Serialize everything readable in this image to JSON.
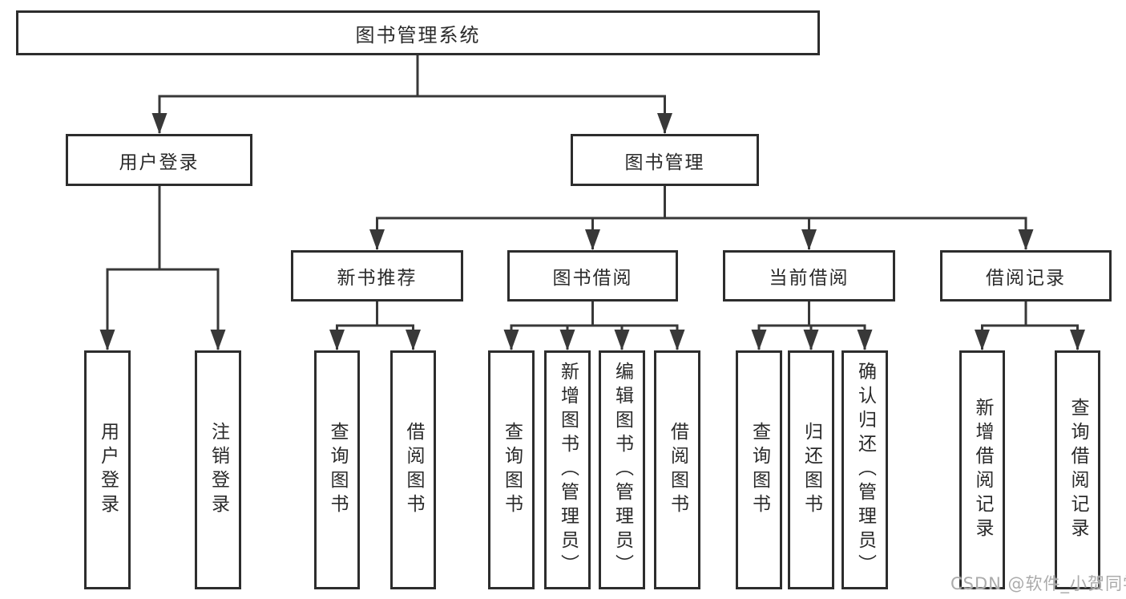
{
  "tree": {
    "label": "图书管理系统",
    "children": [
      {
        "label": "用户登录",
        "children": [
          {
            "label": "用户登录"
          },
          {
            "label": "注销登录"
          }
        ]
      },
      {
        "label": "图书管理",
        "children": [
          {
            "label": "新书推荐",
            "children": [
              {
                "label": "查询图书"
              },
              {
                "label": "借阅图书"
              }
            ]
          },
          {
            "label": "图书借阅",
            "children": [
              {
                "label": "查询图书"
              },
              {
                "label": "新增图书（管理员）"
              },
              {
                "label": "编辑图书（管理员）"
              },
              {
                "label": "借阅图书"
              }
            ]
          },
          {
            "label": "当前借阅",
            "children": [
              {
                "label": "查询图书"
              },
              {
                "label": "归还图书"
              },
              {
                "label": "确认归还（管理员）"
              }
            ]
          },
          {
            "label": "借阅记录",
            "children": [
              {
                "label": "新增借阅记录"
              },
              {
                "label": "查询借阅记录"
              }
            ]
          }
        ]
      }
    ]
  },
  "watermark": "CSDN @软件_小贺同学",
  "colors": {
    "line": "#383838",
    "box_border": "#2d2d2d",
    "text": "#2a2a2a",
    "background": "#ffffff",
    "watermark": "#ababab"
  }
}
